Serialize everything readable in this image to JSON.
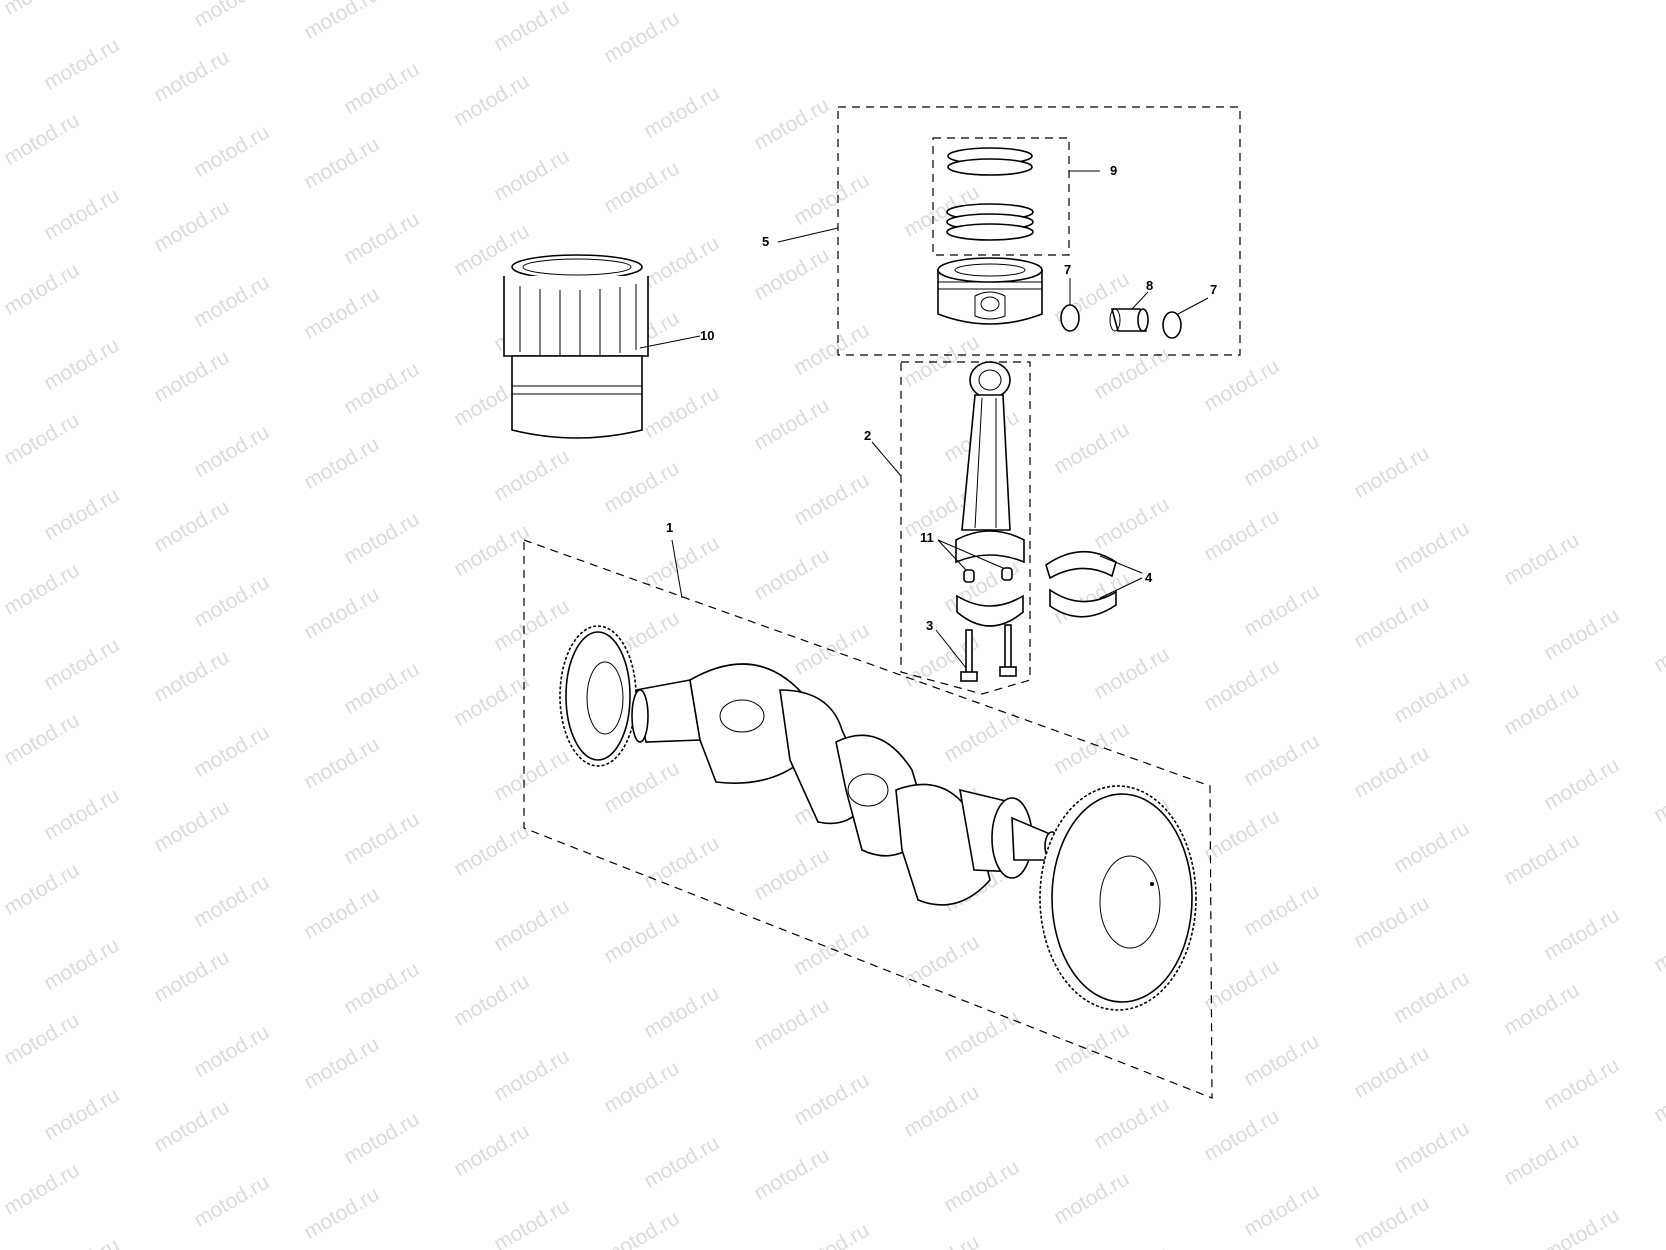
{
  "watermark": {
    "text": "motod.ru"
  },
  "callouts": {
    "c1": "1",
    "c2": "2",
    "c3": "3",
    "c4": "4",
    "c5": "5",
    "c7a": "7",
    "c7b": "7",
    "c8": "8",
    "c9": "9",
    "c10": "10",
    "c11": "11"
  },
  "colors": {
    "line": "#000000",
    "watermark": "#dcdcdc",
    "background": "#ffffff"
  }
}
